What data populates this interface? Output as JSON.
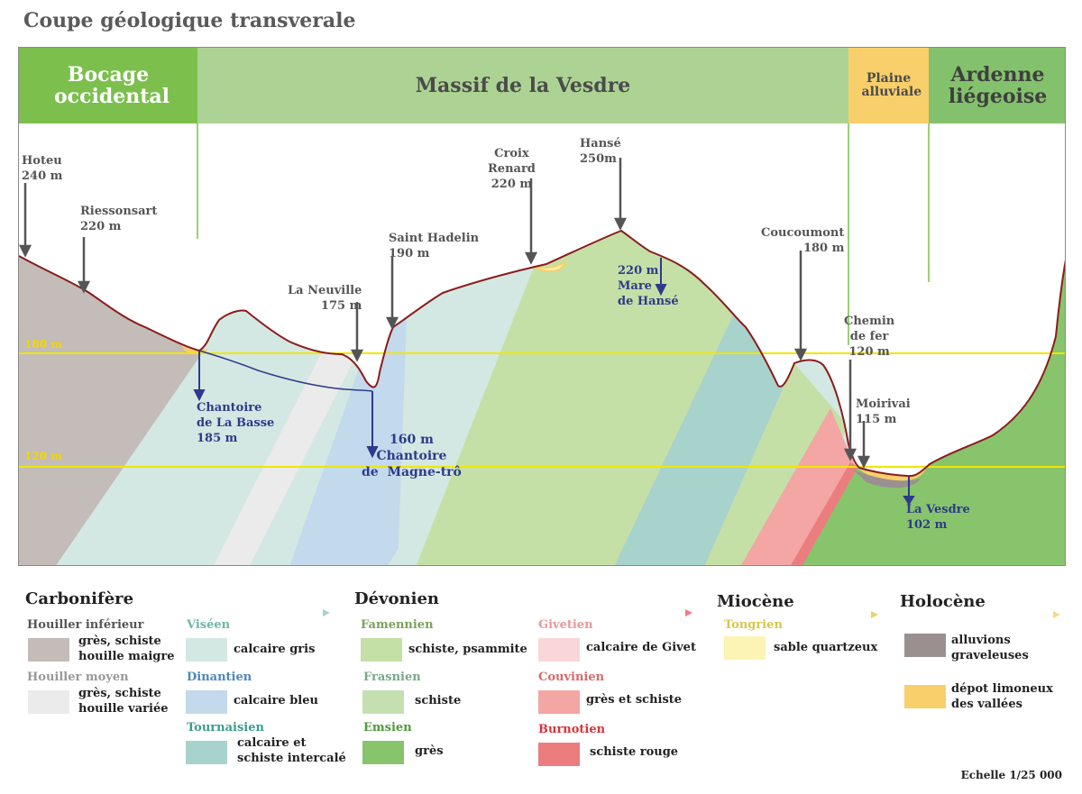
{
  "title": "Coupe géologique transverale",
  "regions": [
    {
      "label": "Bocage occidental"
    },
    {
      "label": "Massif de la Vesdre"
    },
    {
      "label": "Plaine alluviale"
    },
    {
      "label": "Ardenne liégeoise"
    }
  ],
  "levels": {
    "l180": "180 m",
    "l120": "120 m"
  },
  "places": {
    "hoteu": "Hoteu\n240 m",
    "riessonsart": "Riessonsart\n220 m",
    "la_neuville": "La Neuville\n175 m",
    "saint_hadelin": "Saint Hadelin\n190 m",
    "croix_renard": "Croix\nRenard\n220 m",
    "hanse": "Hansé\n250m",
    "coucoumont": "Coucoumont\n180 m",
    "chemin_de_fer": "Chemin\nde fer\n120 m",
    "moirivai": "Moirivai\n115 m"
  },
  "water": {
    "chantoire_basse": "Chantoire\nde La Basse\n185 m",
    "chantoire_magne": "160 m\nChantoire\nde  Magne-trô",
    "mare_hanse": "220 m\nMare\nde Hansé",
    "vesdre": "La Vesdre\n102 m"
  },
  "legend": {
    "carbonifere": {
      "title": "Carbonifère",
      "houiller_inferieur": {
        "label": "Houiller inférieur",
        "text": "grès, schiste\nhouille maigre"
      },
      "houiller_moyen": {
        "label": "Houiller moyen",
        "text": "grès, schiste\nhouille variée"
      },
      "viseen": {
        "label": "Viséen",
        "text": "calcaire gris"
      },
      "dinantien": {
        "label": "Dinantien",
        "text": "calcaire bleu"
      },
      "tournaisien": {
        "label": "Tournaisien",
        "text": "calcaire et\nschiste intercalé"
      }
    },
    "devonien": {
      "title": "Dévonien",
      "famennien": {
        "label": "Famennien",
        "text": "schiste, psammite"
      },
      "frasnien": {
        "label": "Frasnien",
        "text": "schiste"
      },
      "emsien": {
        "label": "Emsien",
        "text": "grès"
      },
      "givetien": {
        "label": "Givetien",
        "text": "calcaire de Givet"
      },
      "couvinien": {
        "label": "Couvinien",
        "text": "grès et schiste"
      },
      "burnotien": {
        "label": "Burnotien",
        "text": "schiste rouge"
      }
    },
    "miocene": {
      "title": "Miocène",
      "tongrien": {
        "label": "Tongrien",
        "text": "sable quartzeux"
      }
    },
    "holocene": {
      "title": "Holocène",
      "alluvions": {
        "text": "alluvions\ngraveleuses"
      },
      "depot": {
        "text": "dépot limoneux\ndes vallées"
      }
    }
  },
  "scale": "Echelle 1/25 000",
  "colors": {
    "houiller_inferieur": "#c3bcb8",
    "houiller_moyen": "#ebebeb",
    "viseen": "#d3e8e3",
    "dinantien": "#c3d9ec",
    "tournaisien": "#a8d2cc",
    "famennien": "#c5e0a6",
    "frasnien": "#c4e0b1",
    "emsien": "#88c46c",
    "givetien": "#f9d6d7",
    "couvinien": "#f3a6a3",
    "burnotien": "#ec7d7f",
    "tongrien": "#fbf4b4",
    "depot": "#f8cf6a",
    "profile": "#8a1c1c",
    "water": "#2e3a8c",
    "level": "#f0e600"
  }
}
